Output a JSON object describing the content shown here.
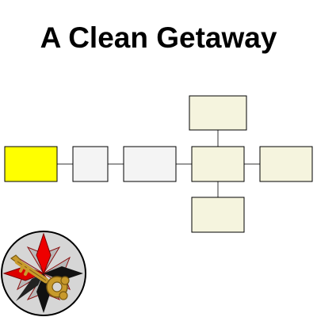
{
  "title": "A Clean Getaway",
  "colors": {
    "current_room": "#ffff00",
    "visited_room": "#f4f4f4",
    "unvisited_room": "#f5f4de",
    "room_border": "#000000",
    "emblem_red": "#ee0000",
    "emblem_grey": "#b8b8b8",
    "emblem_dark": "#111111",
    "key_gold": "#c89a2c"
  },
  "map": {
    "rooms": [
      {
        "name": "map-room-current",
        "status": "current"
      },
      {
        "name": "map-room-visited-1",
        "status": "visited"
      },
      {
        "name": "map-room-visited-2",
        "status": "visited"
      },
      {
        "name": "map-room-junction",
        "status": "unvisited"
      },
      {
        "name": "map-room-north",
        "status": "unvisited"
      },
      {
        "name": "map-room-east",
        "status": "unvisited"
      },
      {
        "name": "map-room-south",
        "status": "unvisited"
      }
    ]
  },
  "emblem": {
    "icon": "compass-key-icon"
  }
}
